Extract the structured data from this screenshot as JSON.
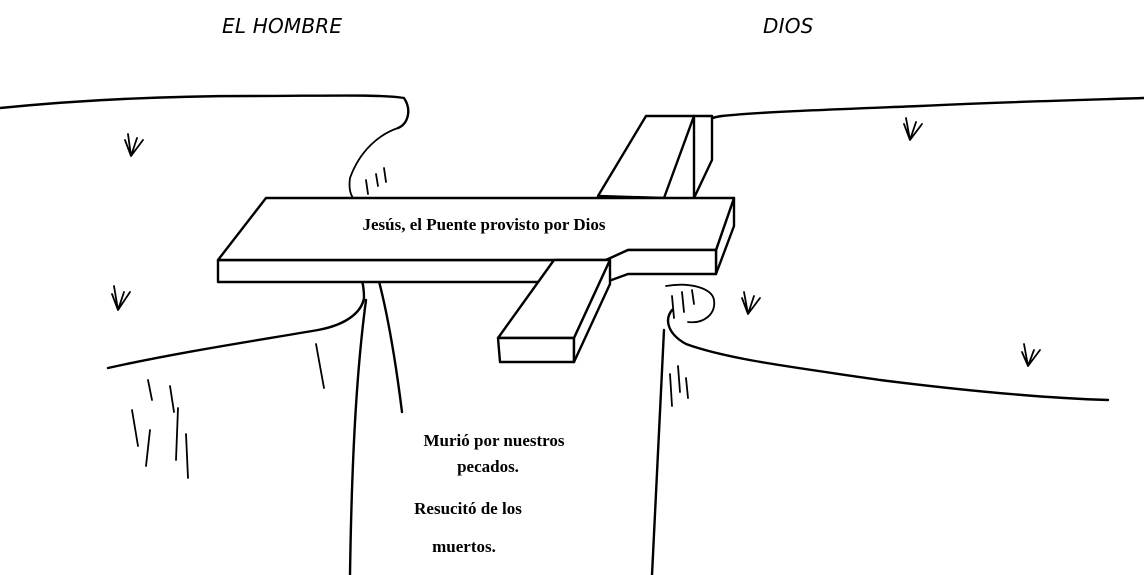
{
  "header": {
    "left_label": "EL HOMBRE",
    "right_label": "DIOS"
  },
  "bridge": {
    "label": "Jesús, el Puente provisto por Dios"
  },
  "chasm": {
    "line1": "Murió por nuestros",
    "line2": "pecados.",
    "line3": "Resucitó de los",
    "line4": "muertos."
  },
  "icons": [
    "grass-tuft-icon",
    "cross-icon"
  ]
}
